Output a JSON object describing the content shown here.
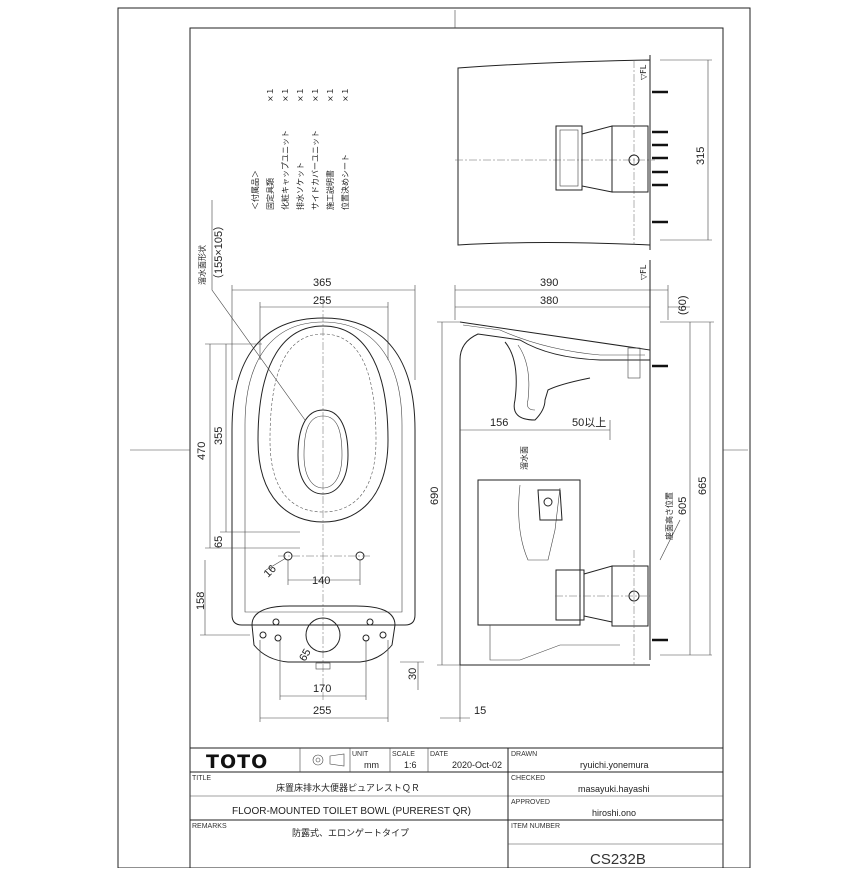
{
  "accessories": {
    "header": "＜付属品＞",
    "items": [
      {
        "name": "固定具類",
        "qty": "×１"
      },
      {
        "name": "化粧キャップユニット",
        "qty": "×１"
      },
      {
        "name": "排水ソケット",
        "qty": "×１"
      },
      {
        "name": "サイドカバーユニット",
        "qty": "×１"
      },
      {
        "name": "施工説明書",
        "qty": "×１"
      },
      {
        "name": "位置決めシート",
        "qty": "×１"
      }
    ]
  },
  "labels": {
    "drain_shape": "溜水面形状",
    "drain_shape_size": "（155×105）",
    "water_surface": "溜水面",
    "seat_height": "座面高さ位置",
    "fl_top": "▽FL",
    "fl_mid": "▽FL"
  },
  "dims": {
    "plan_w_365": "365",
    "plan_w_255": "255",
    "plan_h_470": "470",
    "plan_h_355": "355",
    "plan_h_65": "65",
    "plan_16": "16",
    "plan_140": "140",
    "plan_158": "158",
    "plan_65b": "65",
    "plan_170": "170",
    "plan_255b": "255",
    "plan_30": "30",
    "side_390": "390",
    "side_380": "380",
    "side_60": "(60)",
    "side_690": "690",
    "side_156": "156",
    "side_50": "50以上",
    "side_605": "605",
    "side_665": "665",
    "side_15": "15",
    "rear_315": "315"
  },
  "title_block": {
    "brand": "TOTO",
    "unit_label": "UNIT",
    "unit": "mm",
    "scale_label": "SCALE",
    "scale": "1:6",
    "date_label": "DATE",
    "date": "2020-Oct-02",
    "drawn_label": "DRAWN",
    "drawn": "ryuichi.yonemura",
    "title_label": "TITLE",
    "title_jp": "床置床排水大便器ピュアレストＱＲ",
    "checked_label": "CHECKED",
    "checked": "masayuki.hayashi",
    "title_en": "FLOOR-MOUNTED TOILET BOWL (PUREREST QR)",
    "approved_label": "APPROVED",
    "approved": "hiroshi.ono",
    "remarks_label": "REMARKS",
    "remarks": "防露式、エロンゲートタイプ",
    "item_label": "ITEM NUMBER",
    "item_number": "CS232B"
  }
}
